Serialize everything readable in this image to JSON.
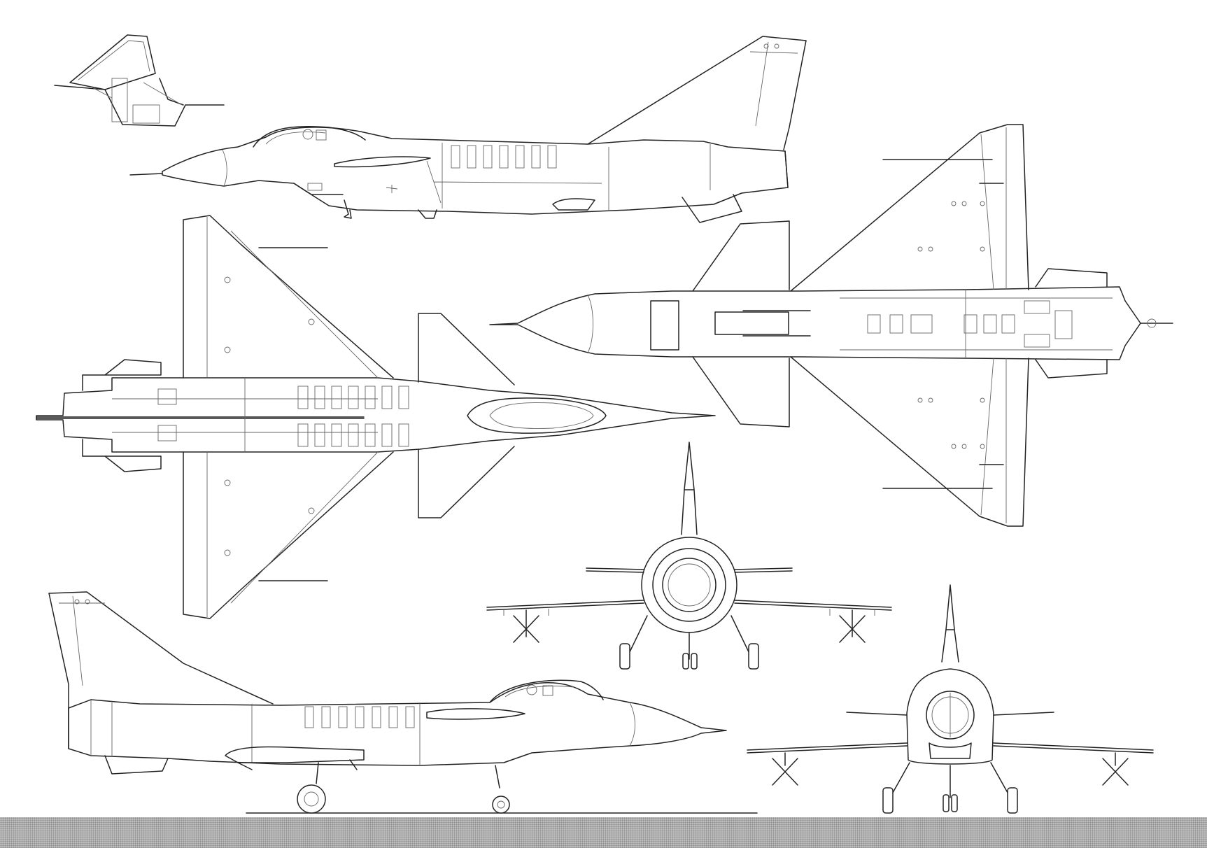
{
  "drawing": {
    "views": [
      {
        "view": "canopy-open-detail"
      },
      {
        "view": "side-right"
      },
      {
        "view": "top"
      },
      {
        "view": "bottom"
      },
      {
        "view": "rear"
      },
      {
        "view": "front"
      },
      {
        "view": "side-left"
      }
    ]
  },
  "colors": {
    "line": "#222222",
    "paper": "#ffffff",
    "band": "#bdbdbd"
  }
}
